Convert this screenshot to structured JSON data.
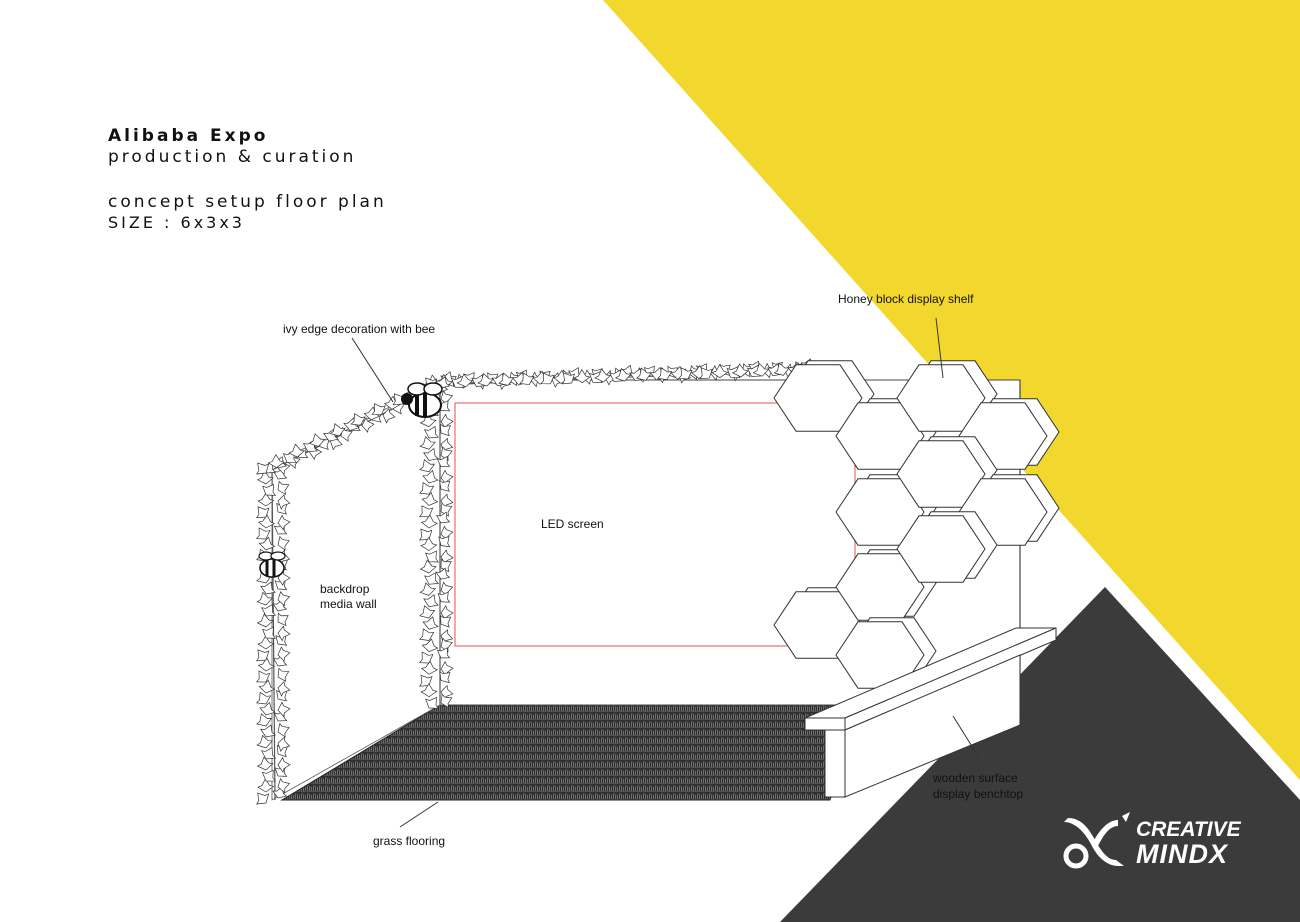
{
  "header": {
    "title": "Alibaba Expo",
    "subtitle": "production & curation",
    "plan": "concept setup floor plan",
    "size": "SIZE : 6x3x3"
  },
  "labels": {
    "ivy": "ivy edge decoration with bee",
    "honey": "Honey block display shelf",
    "led": "LED screen",
    "backdrop_line1": "backdrop",
    "backdrop_line2": "media wall",
    "wood_line1": "wooden surface",
    "wood_line2": "display benchtop",
    "grass": "grass flooring"
  },
  "logo": {
    "line1": "CREATIVE",
    "line2": "MINDX",
    "mark_icon": "x-swirl-logo-icon"
  },
  "colors": {
    "yellow": "#f2d82c",
    "dark": "#3a3a3a",
    "led_border": "#e05050",
    "line": "#333333"
  }
}
